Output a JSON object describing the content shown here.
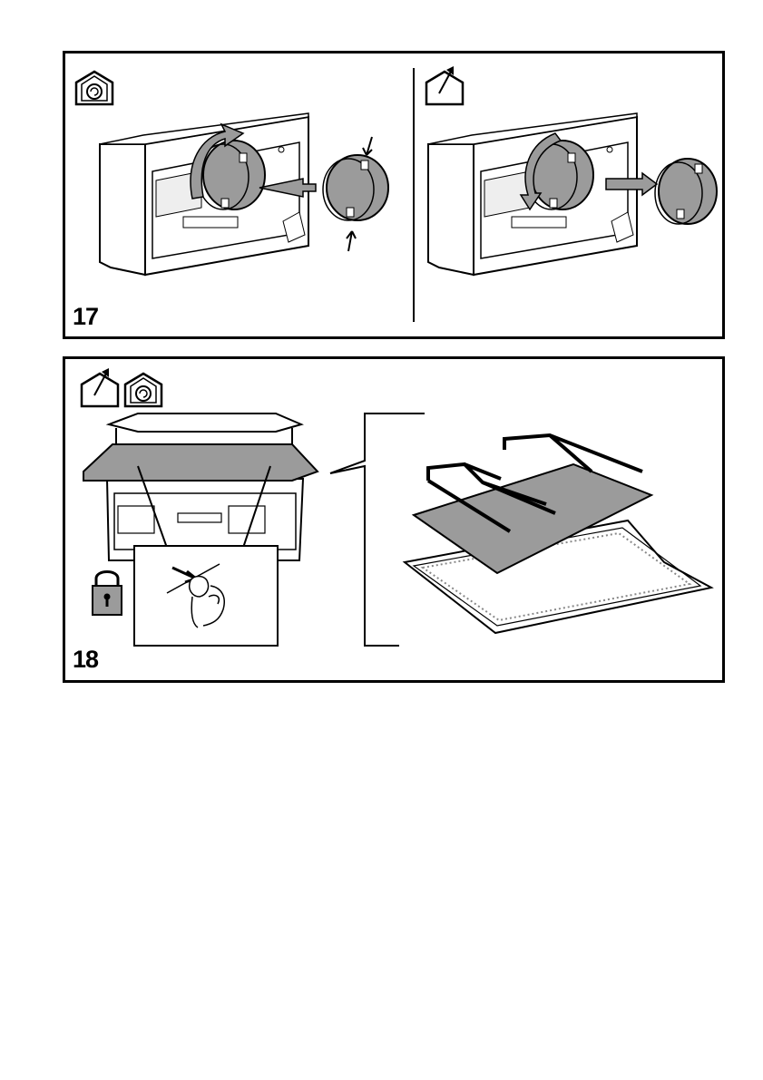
{
  "steps": [
    {
      "number": "17",
      "panels": [
        "recirculation-mode-insert-filter",
        "extraction-mode-remove-filter"
      ]
    },
    {
      "number": "18",
      "panels": [
        "grease-filter-removal",
        "grease-filter-exploded-view"
      ]
    }
  ],
  "colors": {
    "line": "#000000",
    "filter_gray": "#9b9b9b",
    "background": "#ffffff"
  },
  "icons": [
    "recirculation-house-icon",
    "extraction-house-icon",
    "padlock-icon"
  ]
}
